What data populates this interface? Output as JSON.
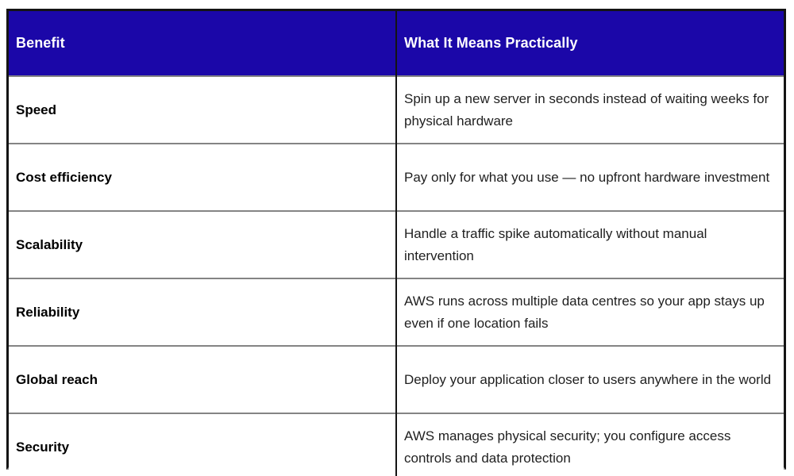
{
  "page": {
    "background_color": "#ffffff"
  },
  "table": {
    "colors": {
      "header_bg": "#1B07A8",
      "header_text": "#ffffff",
      "benefit_text": "#000000",
      "meaning_text": "#1f1f1f",
      "outer_border": "#141414",
      "outer_border_bottom": "#8c8c8c",
      "row_divider": "#848484",
      "column_divider": "#141414"
    },
    "columns": [
      {
        "label": "Benefit"
      },
      {
        "label": "What It Means Practically"
      }
    ],
    "rows": [
      {
        "benefit": "Speed",
        "meaning": "Spin up a new server in seconds instead of waiting weeks for physical hardware"
      },
      {
        "benefit": "Cost efficiency",
        "meaning": "Pay only for what you use — no upfront hardware investment"
      },
      {
        "benefit": "Scalability",
        "meaning": "Handle a traffic spike automatically without manual intervention"
      },
      {
        "benefit": "Reliability",
        "meaning": "AWS runs across multiple data centres so your app stays up even if one location fails"
      },
      {
        "benefit": "Global reach",
        "meaning": "Deploy your application closer to users anywhere in the world"
      },
      {
        "benefit": "Security",
        "meaning": "AWS manages physical security; you configure access controls and data protection"
      }
    ]
  }
}
